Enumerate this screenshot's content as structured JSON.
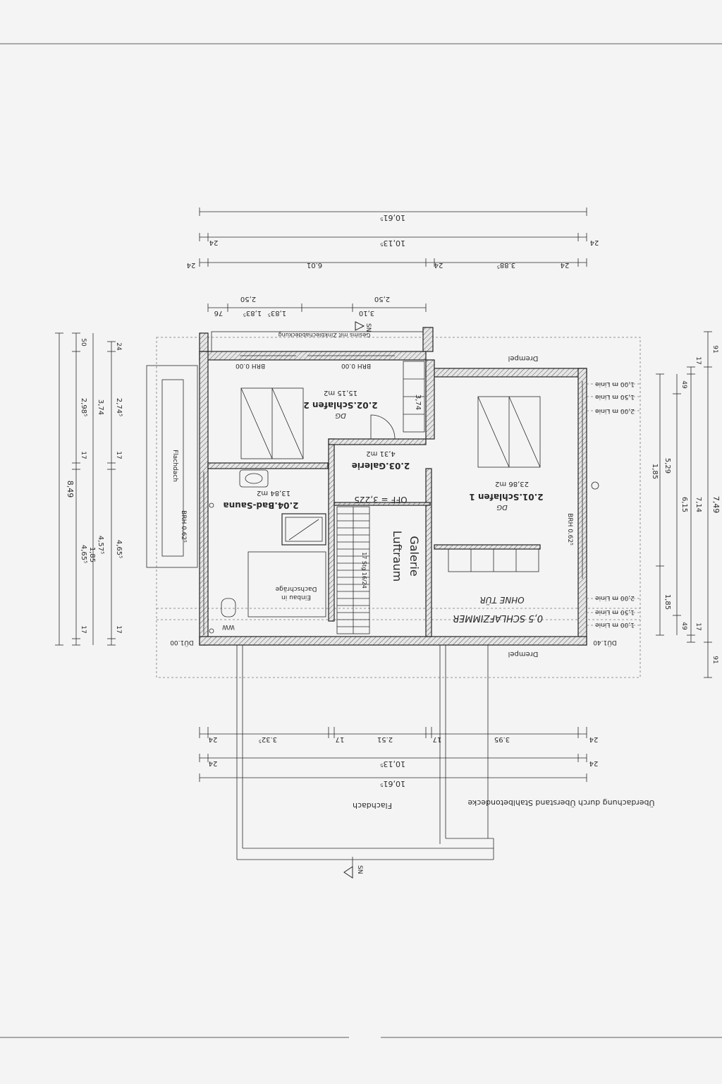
{
  "sheet": {
    "top_dims": {
      "overall": "10,61⁵",
      "inner": "10,13⁵",
      "edge_a": "24",
      "edge_b": "24",
      "seg_left": "24",
      "seg_1": "6.01",
      "seg_mid": "24",
      "seg_2": "3.88⁵",
      "seg_right": "24"
    },
    "window_dims": {
      "left_span": "2,50",
      "right_span": "2,50",
      "w1": "76",
      "w2": "1,83⁵",
      "w3": "1,83⁵",
      "w4": "3,10"
    },
    "bottom_dims": {
      "s1": "24",
      "s2": "3.32⁵",
      "s3": "17",
      "s4": "2.51",
      "s5": "17",
      "s6": "3.95",
      "s7": "24",
      "inner": "10,13⁵",
      "overall": "10,61⁵",
      "edge_a": "24",
      "edge_b": "24"
    },
    "left_dims": {
      "total": "8,49",
      "a1": "50",
      "a2": "2,98⁵",
      "a3": "17",
      "a4": "4,65⁵",
      "a5": "17",
      "b_mid": "3,74",
      "b_low": "4,57⁵",
      "b_low2": "1,85",
      "c1": "24",
      "c2": "2,74⁵",
      "c3": "17",
      "c4": "4,65⁵",
      "c5": "17"
    },
    "right_dims": {
      "total": "7,49",
      "t2": "7,14",
      "t3": "6,15",
      "t4": "5,29",
      "t5": "1,85",
      "t6": "1,85",
      "r1": "91",
      "r2": "17",
      "r3": "49",
      "r4": "49",
      "r5": "17",
      "r6": "91"
    },
    "rooms": {
      "schlafen1_name": "2.01.Schlafen 1",
      "schlafen1_area": "23,86 m2",
      "schlafen1_tag": "DG",
      "schlafen2_name": "2.02.Schlafen 2",
      "schlafen2_area": "15,15 m2",
      "schlafen2_tag": "DG",
      "galerie_name": "2.03.Galerie",
      "galerie_area": "4,31 m2",
      "bad_name": "2.04.Bad-Sauna",
      "bad_area": "13,84 m2",
      "luftraum_1": "Galerie",
      "luftraum_2": "Luftraum",
      "stair_label": "17 Stg 16/24",
      "off_label": "OFF = 3,225"
    },
    "notes": {
      "gesims": "Gesims mit Zinkblechabdeckung",
      "drempel_top": "Drempel",
      "drempel_bottom": "Drempel",
      "brh_a": "BRH 0.00",
      "brh_b": "BRH 0.00",
      "brh_left": "BRH 0.62⁵",
      "brh_right": "BRH 0.62⁵",
      "einbau_1": "Einbau in",
      "einbau_2": "Dachschräge",
      "flachdach_side": "Flachdach",
      "flachdach_bottom": "Flachdach",
      "ueberdachung": "Überdachung durch Überstand Stahlbetondecke",
      "line_1a": "1,00 m Linie",
      "line_1b": "1,50 m Linie",
      "line_1c": "2,00 m Linie",
      "line_2a": "2,00 m Linie",
      "line_2b": "1,50 m Linie",
      "line_2c": "1,00 m Linie",
      "du_left": "DÜ1.00",
      "du_right": "DÜ1.40",
      "sn_top": "SN",
      "sn_bottom": "SN",
      "ww": "WW",
      "dim_374": "3,74",
      "hand_note_1": "0,5 SCHLAFZIMMER",
      "hand_note_2": "OHNE TÜR"
    }
  }
}
